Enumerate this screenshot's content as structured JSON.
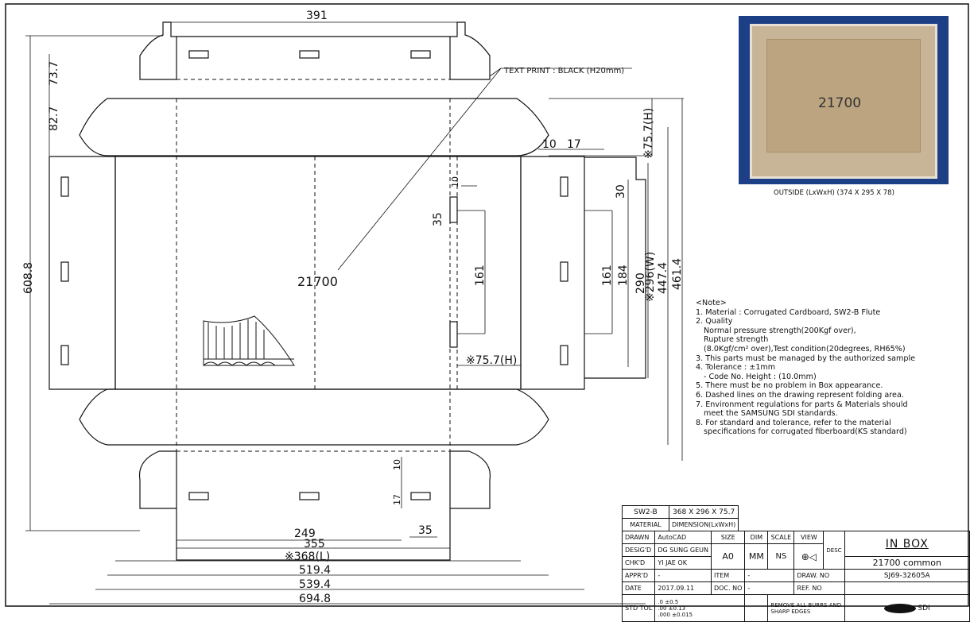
{
  "drawing": {
    "dimensions": {
      "top_width": "391",
      "flap_h_top": "73.7",
      "flap_h_second": "82.7",
      "total_height": "608.8",
      "text_print": "TEXT PRINT : BLACK (H20mm)",
      "right_flap_h": "※75.7(H)",
      "dim_10": "10",
      "dim_17": "17",
      "dim_30": "30",
      "dim_35": "35",
      "dim_10b": "10",
      "dim_161": "161",
      "dim_161b": "161",
      "dim_184": "184",
      "dim_290": "290",
      "dim_296w": "※296(W)",
      "dim_447": "447.4",
      "dim_461": "461.4",
      "center_label": "21700",
      "mid_h": "※75.7(H)",
      "dim_10c": "10",
      "dim_17b": "17",
      "dim_249": "249",
      "dim_35b": "35",
      "dim_355": "355",
      "dim_368l": "※368(L)",
      "dim_519": "519.4",
      "dim_539": "539.4",
      "dim_694": "694.8"
    }
  },
  "photo": {
    "label": "21700",
    "caption": "OUTSIDE (LxWxH) (374 X 295 X 78)",
    "bg_color": "#1d3f86"
  },
  "notes": {
    "title": "<Note>",
    "lines": [
      "1. Material : Corrugated Cardboard, SW2-B Flute",
      "2. Quality",
      "   Normal pressure strength(200Kgf over),",
      "   Rupture strength",
      "   (8.0Kgf/cm² over),Test condition(20degrees, RH65%)",
      "3. This parts must be managed by the authorized sample",
      "4. Tolerance : ±1mm",
      "   - Code No. Height : (10.0mm)",
      "5. There must be no problem in Box appearance.",
      "6. Dashed lines on the drawing represent folding area.",
      "7. Environment regulations for parts & Materials should",
      "   meet the SAMSUNG SDI standards.",
      "8. For standard and tolerance, refer to the material",
      "   specifications for corrugated fiberboard(KS standard)"
    ]
  },
  "title_block": {
    "material": "SW2-B",
    "material_label": "MATERIAL",
    "dimension": "368 X 296 X 75.7",
    "dimension_label": "DIMENSION(LxWxH)",
    "drawn_label": "DRAWN",
    "drawn_value": "AutoCAD",
    "size_label": "SIZE",
    "size_value": "A0",
    "dim_label": "DIM",
    "dim_value": "MM",
    "scale_label": "SCALE",
    "scale_value": "NS",
    "view_label": "VIEW",
    "desc_label": "DESC",
    "designed_label": "DESIG'D",
    "designed_value": "DG SUNG GEUN",
    "checked_label": "CHK'D",
    "checked_value": "YI JAE OK",
    "title_main": "IN BOX",
    "title_sub": "21700 common",
    "approved_label": "APPR'D",
    "approved_value": "-",
    "item_label": "ITEM",
    "item_value": "-",
    "draw_no_label": "DRAW. NO",
    "draw_no_value": "SJ69-32605A",
    "date_label": "DATE",
    "date_value": "2017.09.11",
    "doc_no_label": "DOC. NO",
    "doc_no_value": "-",
    "ref_no_label": "REF. NO",
    "std_tol_label": "STD TOL",
    "tol_1": ".0  ±0.5",
    "tol_2": ".00  ±0.13",
    "tol_3": ".000 ±0.015",
    "remove_note": "REMOVE ALL BURRS AND SHARP EDGES",
    "logo_text": "SDI"
  }
}
